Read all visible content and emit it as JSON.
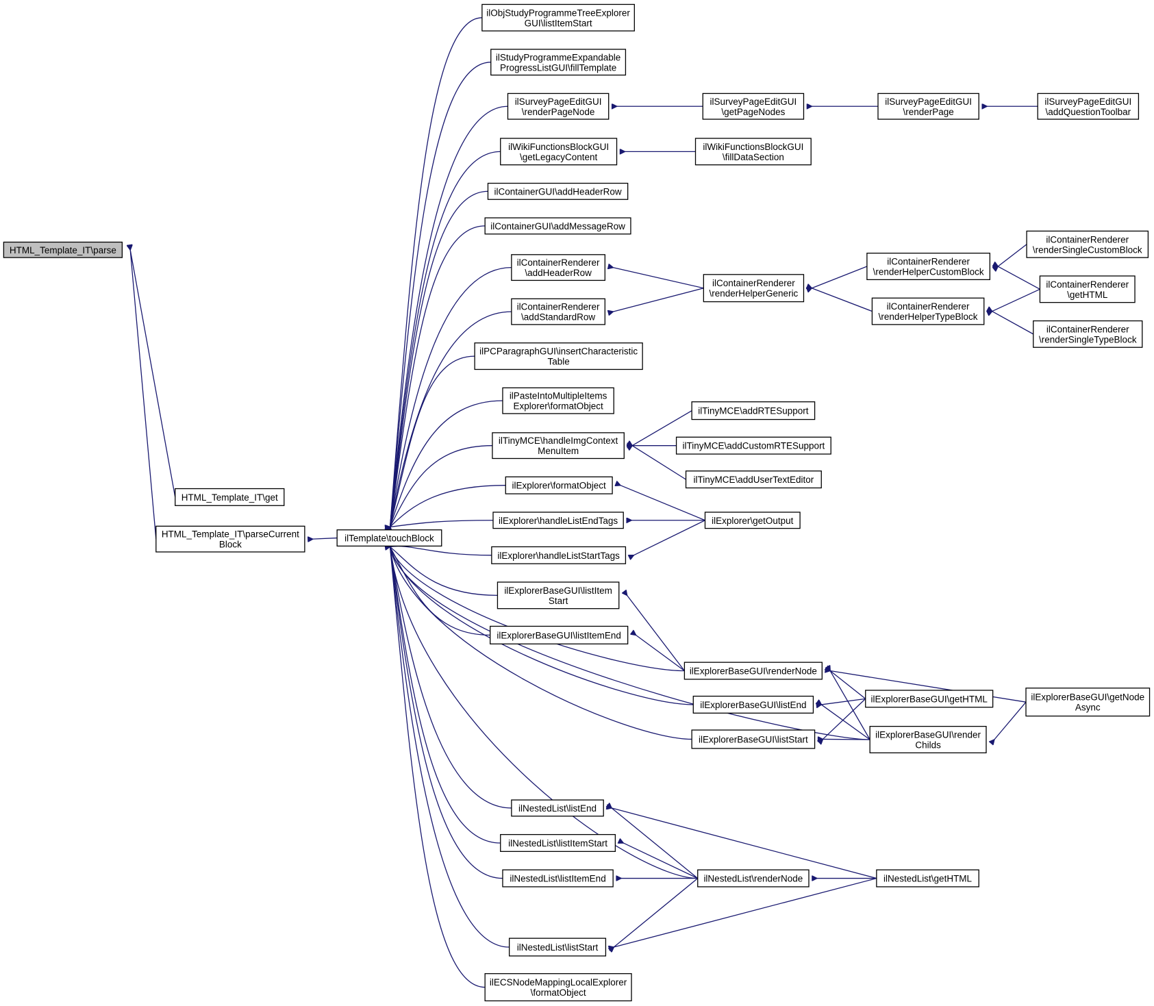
{
  "graph": {
    "edge_color": "#191970",
    "root_fill": "#bfbfbf",
    "nodes": [
      {
        "id": "parse",
        "lines": [
          "HTML_Template_IT\\parse"
        ]
      },
      {
        "id": "get",
        "lines": [
          "HTML_Template_IT\\get"
        ]
      },
      {
        "id": "parseCurrentBlock",
        "lines": [
          "HTML_Template_IT\\parseCurrent",
          "Block"
        ]
      },
      {
        "id": "touchBlock",
        "lines": [
          "ilTemplate\\touchBlock"
        ]
      },
      {
        "id": "objStudy",
        "lines": [
          "ilObjStudyProgrammeTreeExplorer",
          "GUI\\listItemStart"
        ]
      },
      {
        "id": "studyExpandable",
        "lines": [
          "ilStudyProgrammeExpandable",
          "ProgressListGUI\\fillTemplate"
        ]
      },
      {
        "id": "surveyRenderPageNode",
        "lines": [
          "ilSurveyPageEditGUI",
          "\\renderPageNode"
        ]
      },
      {
        "id": "surveyGetPageNodes",
        "lines": [
          "ilSurveyPageEditGUI",
          "\\getPageNodes"
        ]
      },
      {
        "id": "surveyRenderPage",
        "lines": [
          "ilSurveyPageEditGUI",
          "\\renderPage"
        ]
      },
      {
        "id": "surveyAddQuestionToolbar",
        "lines": [
          "ilSurveyPageEditGUI",
          "\\addQuestionToolbar"
        ]
      },
      {
        "id": "wikiGetLegacy",
        "lines": [
          "ilWikiFunctionsBlockGUI",
          "\\getLegacyContent"
        ]
      },
      {
        "id": "wikiFillData",
        "lines": [
          "ilWikiFunctionsBlockGUI",
          "\\fillDataSection"
        ]
      },
      {
        "id": "containerGuiAddHeaderRow",
        "lines": [
          "ilContainerGUI\\addHeaderRow"
        ]
      },
      {
        "id": "containerGuiAddMessageRow",
        "lines": [
          "ilContainerGUI\\addMessageRow"
        ]
      },
      {
        "id": "crAddHeaderRow",
        "lines": [
          "ilContainerRenderer",
          "\\addHeaderRow"
        ]
      },
      {
        "id": "crAddStandardRow",
        "lines": [
          "ilContainerRenderer",
          "\\addStandardRow"
        ]
      },
      {
        "id": "crRenderHelperGeneric",
        "lines": [
          "ilContainerRenderer",
          "\\renderHelperGeneric"
        ]
      },
      {
        "id": "crRenderHelperCustomBlock",
        "lines": [
          "ilContainerRenderer",
          "\\renderHelperCustomBlock"
        ]
      },
      {
        "id": "crRenderHelperTypeBlock",
        "lines": [
          "ilContainerRenderer",
          "\\renderHelperTypeBlock"
        ]
      },
      {
        "id": "crRenderSingleCustomBlock",
        "lines": [
          "ilContainerRenderer",
          "\\renderSingleCustomBlock"
        ]
      },
      {
        "id": "crGetHTML",
        "lines": [
          "ilContainerRenderer",
          "\\getHTML"
        ]
      },
      {
        "id": "crRenderSingleTypeBlock",
        "lines": [
          "ilContainerRenderer",
          "\\renderSingleTypeBlock"
        ]
      },
      {
        "id": "pcParagraph",
        "lines": [
          "ilPCParagraphGUI\\insertCharacteristic",
          "Table"
        ]
      },
      {
        "id": "pasteInto",
        "lines": [
          "ilPasteIntoMultipleItems",
          "Explorer\\formatObject"
        ]
      },
      {
        "id": "tinyHandleImg",
        "lines": [
          "ilTinyMCE\\handleImgContext",
          "MenuItem"
        ]
      },
      {
        "id": "tinyAddRTE",
        "lines": [
          "ilTinyMCE\\addRTESupport"
        ]
      },
      {
        "id": "tinyAddCustomRTE",
        "lines": [
          "ilTinyMCE\\addCustomRTESupport"
        ]
      },
      {
        "id": "tinyAddUserText",
        "lines": [
          "ilTinyMCE\\addUserTextEditor"
        ]
      },
      {
        "id": "explorerFormatObject",
        "lines": [
          "ilExplorer\\formatObject"
        ]
      },
      {
        "id": "explorerHandleEnd",
        "lines": [
          "ilExplorer\\handleListEndTags"
        ]
      },
      {
        "id": "explorerHandleStart",
        "lines": [
          "ilExplorer\\handleListStartTags"
        ]
      },
      {
        "id": "explorerGetOutput",
        "lines": [
          "ilExplorer\\getOutput"
        ]
      },
      {
        "id": "ebListItemStart",
        "lines": [
          "ilExplorerBaseGUI\\listItem",
          "Start"
        ]
      },
      {
        "id": "ebListItemEnd",
        "lines": [
          "ilExplorerBaseGUI\\listItemEnd"
        ]
      },
      {
        "id": "ebRenderNode",
        "lines": [
          "ilExplorerBaseGUI\\renderNode"
        ]
      },
      {
        "id": "ebListEnd",
        "lines": [
          "ilExplorerBaseGUI\\listEnd"
        ]
      },
      {
        "id": "ebListStart",
        "lines": [
          "ilExplorerBaseGUI\\listStart"
        ]
      },
      {
        "id": "ebGetHTML",
        "lines": [
          "ilExplorerBaseGUI\\getHTML"
        ]
      },
      {
        "id": "ebRenderChilds",
        "lines": [
          "ilExplorerBaseGUI\\render",
          "Childs"
        ]
      },
      {
        "id": "ebGetNodeAsync",
        "lines": [
          "ilExplorerBaseGUI\\getNode",
          "Async"
        ]
      },
      {
        "id": "nlListEnd",
        "lines": [
          "ilNestedList\\listEnd"
        ]
      },
      {
        "id": "nlListItemStart",
        "lines": [
          "ilNestedList\\listItemStart"
        ]
      },
      {
        "id": "nlListItemEnd",
        "lines": [
          "ilNestedList\\listItemEnd"
        ]
      },
      {
        "id": "nlRenderNode",
        "lines": [
          "ilNestedList\\renderNode"
        ]
      },
      {
        "id": "nlGetHTML",
        "lines": [
          "ilNestedList\\getHTML"
        ]
      },
      {
        "id": "nlListStart",
        "lines": [
          "ilNestedList\\listStart"
        ]
      },
      {
        "id": "ecsNode",
        "lines": [
          "ilECSNodeMappingLocalExplorer",
          "\\formatObject"
        ]
      }
    ]
  }
}
